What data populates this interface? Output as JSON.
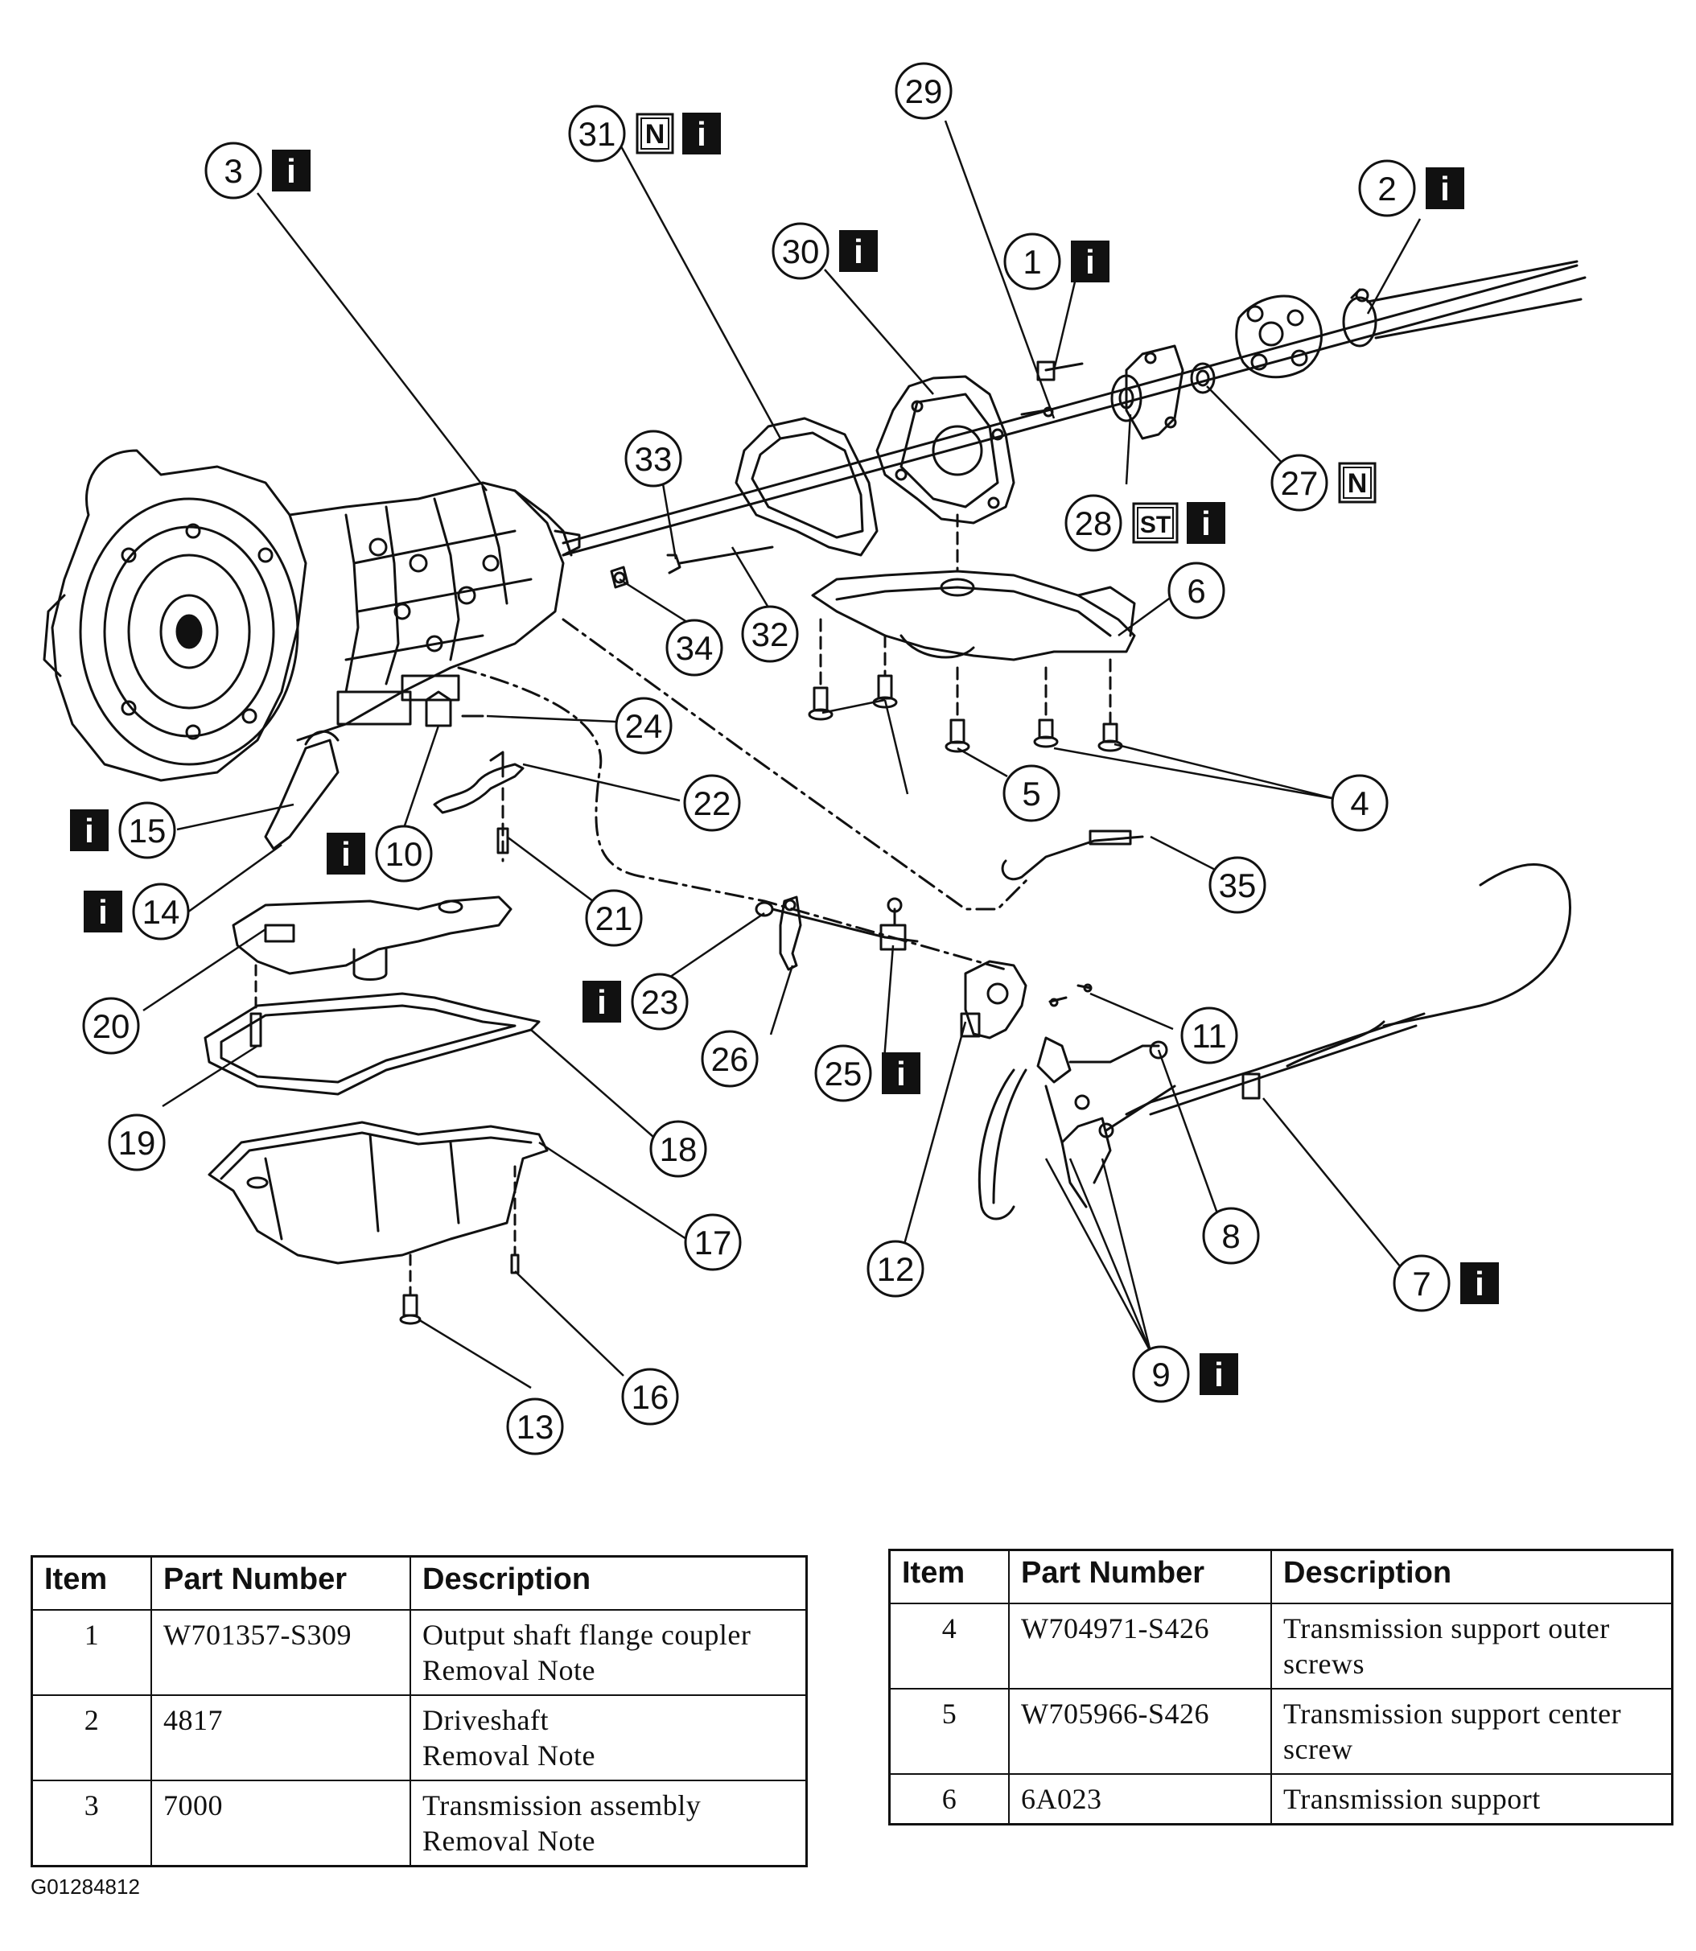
{
  "figure_id": "G01284812",
  "callouts": [
    {
      "n": "1",
      "badges": [
        "i"
      ]
    },
    {
      "n": "2",
      "badges": [
        "i"
      ]
    },
    {
      "n": "3",
      "badges": [
        "i"
      ]
    },
    {
      "n": "4",
      "badges": []
    },
    {
      "n": "5",
      "badges": []
    },
    {
      "n": "6",
      "badges": []
    },
    {
      "n": "7",
      "badges": [
        "i"
      ]
    },
    {
      "n": "8",
      "badges": []
    },
    {
      "n": "9",
      "badges": [
        "i"
      ]
    },
    {
      "n": "10",
      "badges": [
        "i"
      ]
    },
    {
      "n": "11",
      "badges": []
    },
    {
      "n": "12",
      "badges": []
    },
    {
      "n": "13",
      "badges": []
    },
    {
      "n": "14",
      "badges": [
        "i"
      ]
    },
    {
      "n": "15",
      "badges": [
        "i"
      ]
    },
    {
      "n": "16",
      "badges": []
    },
    {
      "n": "17",
      "badges": []
    },
    {
      "n": "18",
      "badges": []
    },
    {
      "n": "19",
      "badges": []
    },
    {
      "n": "20",
      "badges": []
    },
    {
      "n": "21",
      "badges": []
    },
    {
      "n": "22",
      "badges": []
    },
    {
      "n": "23",
      "badges": [
        "i"
      ]
    },
    {
      "n": "24",
      "badges": []
    },
    {
      "n": "25",
      "badges": [
        "i"
      ]
    },
    {
      "n": "26",
      "badges": []
    },
    {
      "n": "27",
      "badges": [
        "N"
      ]
    },
    {
      "n": "28",
      "badges": [
        "ST",
        "i"
      ]
    },
    {
      "n": "29",
      "badges": []
    },
    {
      "n": "30",
      "badges": [
        "i"
      ]
    },
    {
      "n": "31",
      "badges": [
        "N",
        "i"
      ]
    },
    {
      "n": "32",
      "badges": []
    },
    {
      "n": "33",
      "badges": []
    },
    {
      "n": "34",
      "badges": []
    },
    {
      "n": "35",
      "badges": []
    }
  ],
  "tables": [
    {
      "headers": [
        "Item",
        "Part Number",
        "Description"
      ],
      "rows": [
        {
          "item": "1",
          "part": "W701357-S309",
          "desc": [
            "Output shaft flange coupler",
            "Removal Note"
          ]
        },
        {
          "item": "2",
          "part": "4817",
          "desc": [
            "Driveshaft",
            "Removal Note"
          ]
        },
        {
          "item": "3",
          "part": "7000",
          "desc": [
            "Transmission assembly",
            "Removal Note"
          ]
        }
      ]
    },
    {
      "headers": [
        "Item",
        "Part Number",
        "Description"
      ],
      "rows": [
        {
          "item": "4",
          "part": "W704971-S426",
          "desc": [
            "Transmission support outer",
            "screws"
          ]
        },
        {
          "item": "5",
          "part": "W705966-S426",
          "desc": [
            "Transmission support center",
            "screw"
          ]
        },
        {
          "item": "6",
          "part": "6A023",
          "desc": [
            "Transmission support"
          ]
        }
      ]
    }
  ]
}
